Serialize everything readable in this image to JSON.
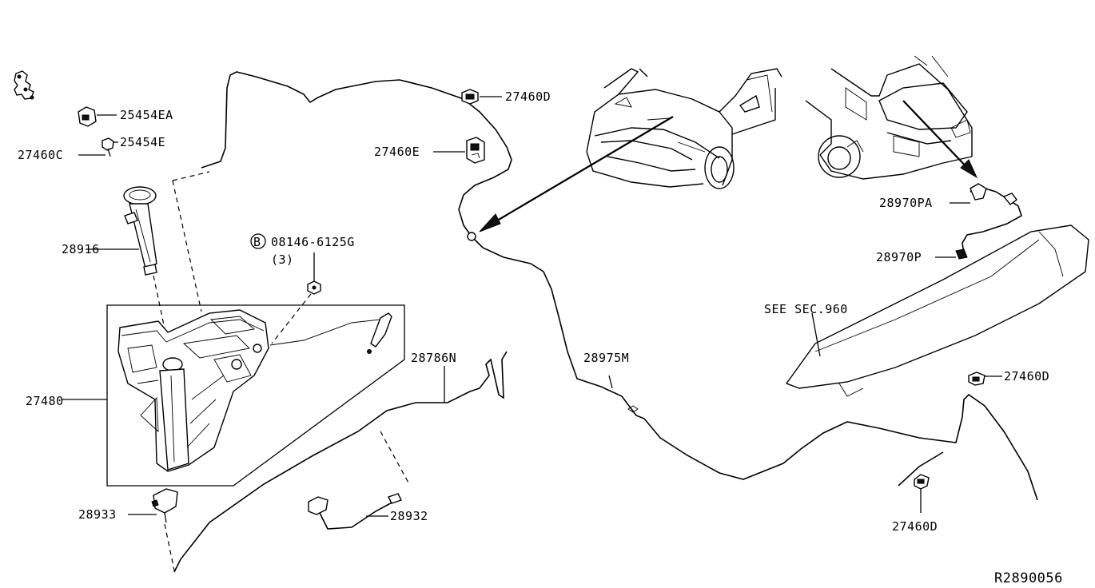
{
  "parts": {
    "p25454ea": "25454EA",
    "p25454e": "25454E",
    "p27460c": "27460C",
    "p27460e": "27460E",
    "p27460d_top": "27460D",
    "p28916": "28916",
    "bolt_part": "08146-6125G",
    "bolt_qty": "(3)",
    "bolt_circle": "B",
    "p27480": "27480",
    "p28786n": "28786N",
    "p28975m": "28975M",
    "p28933": "28933",
    "p28932": "28932",
    "p28970pa": "28970PA",
    "p28970p": "28970P",
    "see_sec": "SEE SEC.960",
    "p27460d_right": "27460D",
    "p27460d_bottom": "27460D"
  },
  "figure_code": "R2890056"
}
